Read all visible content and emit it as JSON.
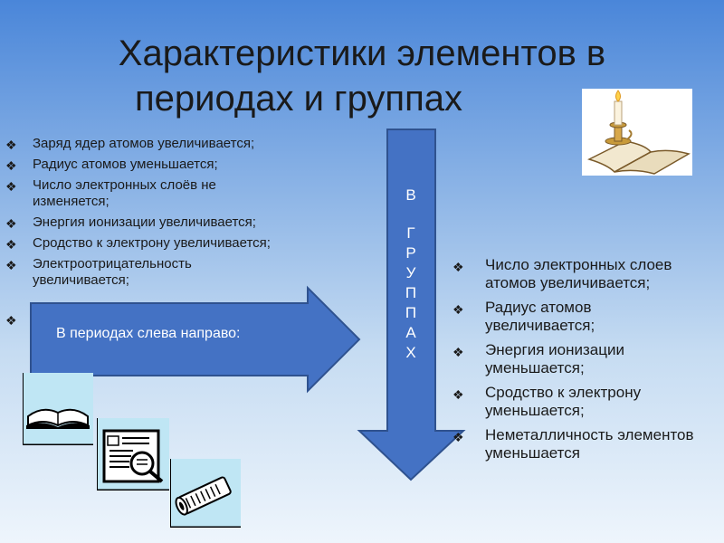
{
  "title": {
    "line1": "Характеристики элементов в",
    "line2": "периодах и группах"
  },
  "periods": {
    "items": [
      "Заряд ядер атомов увеличивается;",
      "Радиус атомов уменьшается;",
      "Число электронных слоёв не изменяется;",
      "Энергия ионизации увеличивается;",
      "Сродство к электрону увеличивается;",
      "Электроотрицательность увеличивается;"
    ],
    "arrow_label": "В периодах слева направо:"
  },
  "groups": {
    "arrow_letters": [
      "В",
      "Г",
      "Р",
      "У",
      "П",
      "П",
      "А",
      "Х"
    ],
    "items": [
      "Число электронных слоев атомов увеличивается;",
      "Радиус атомов увеличивается;",
      "Энергия ионизации уменьшается;",
      "Сродство к электрону уменьшается;",
      "Неметалличность элементов уменьшается"
    ]
  },
  "icons": {
    "bullet": "diamond-bullet-icon",
    "candle_book": "candle-book-icon",
    "book": "open-book-icon",
    "document": "document-magnifier-icon",
    "scroll": "scroll-icon"
  },
  "colors": {
    "arrow_fill": "#4472c4",
    "arrow_stroke": "#2f528f"
  }
}
